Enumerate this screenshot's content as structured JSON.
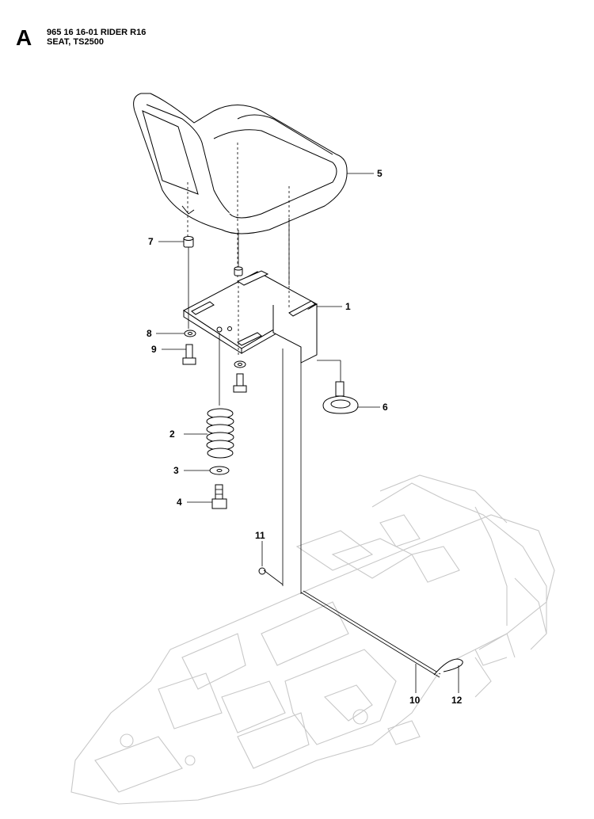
{
  "header": {
    "letter": "A",
    "line1": "965 16 16-01 RIDER R16",
    "line2": "SEAT, TS2500"
  },
  "callouts": [
    "1",
    "2",
    "3",
    "4",
    "5",
    "6",
    "7",
    "8",
    "9",
    "10",
    "11",
    "12"
  ]
}
